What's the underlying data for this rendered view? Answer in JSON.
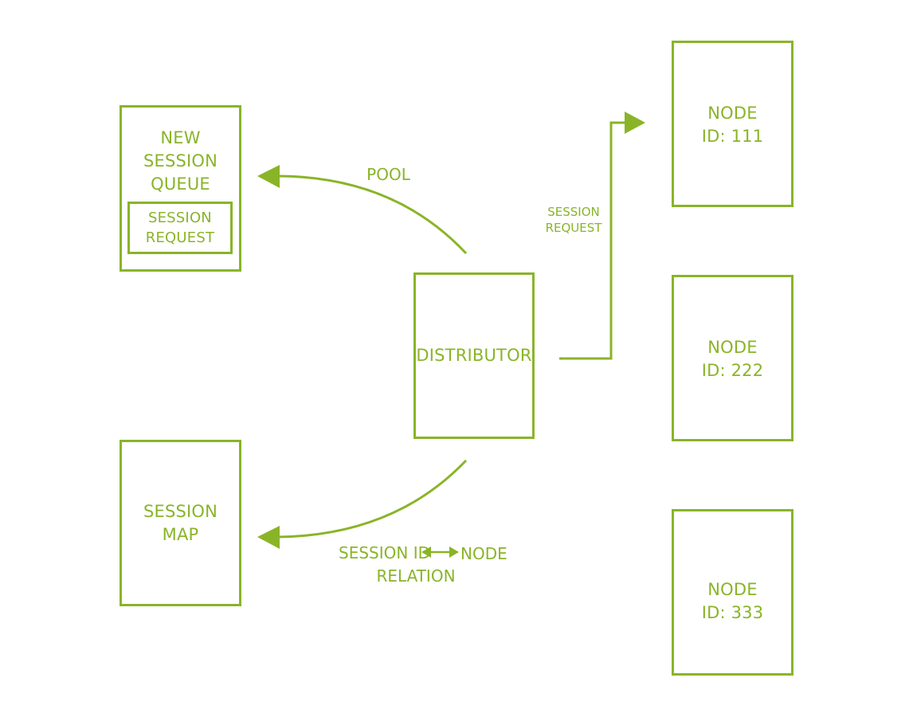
{
  "colors": {
    "accent": "#8ab428",
    "background": "#ffffff"
  },
  "boxes": {
    "new_session_queue": {
      "label": "NEW\nSESSION\nQUEUE",
      "inner_label": "SESSION\nREQUEST"
    },
    "session_map": {
      "label": "SESSION\nMAP"
    },
    "distributor": {
      "label": "DISTRIBUTOR"
    },
    "nodes": [
      {
        "label": "NODE\nID: 111"
      },
      {
        "label": "NODE\nID: 222"
      },
      {
        "label": "NODE\nID: 333"
      }
    ]
  },
  "edges": {
    "pool_label": "POOL",
    "session_request_label": "SESSION\nREQUEST",
    "relation": {
      "left": "SESSION ID",
      "right": "NODE",
      "bottom": "RELATION"
    }
  }
}
